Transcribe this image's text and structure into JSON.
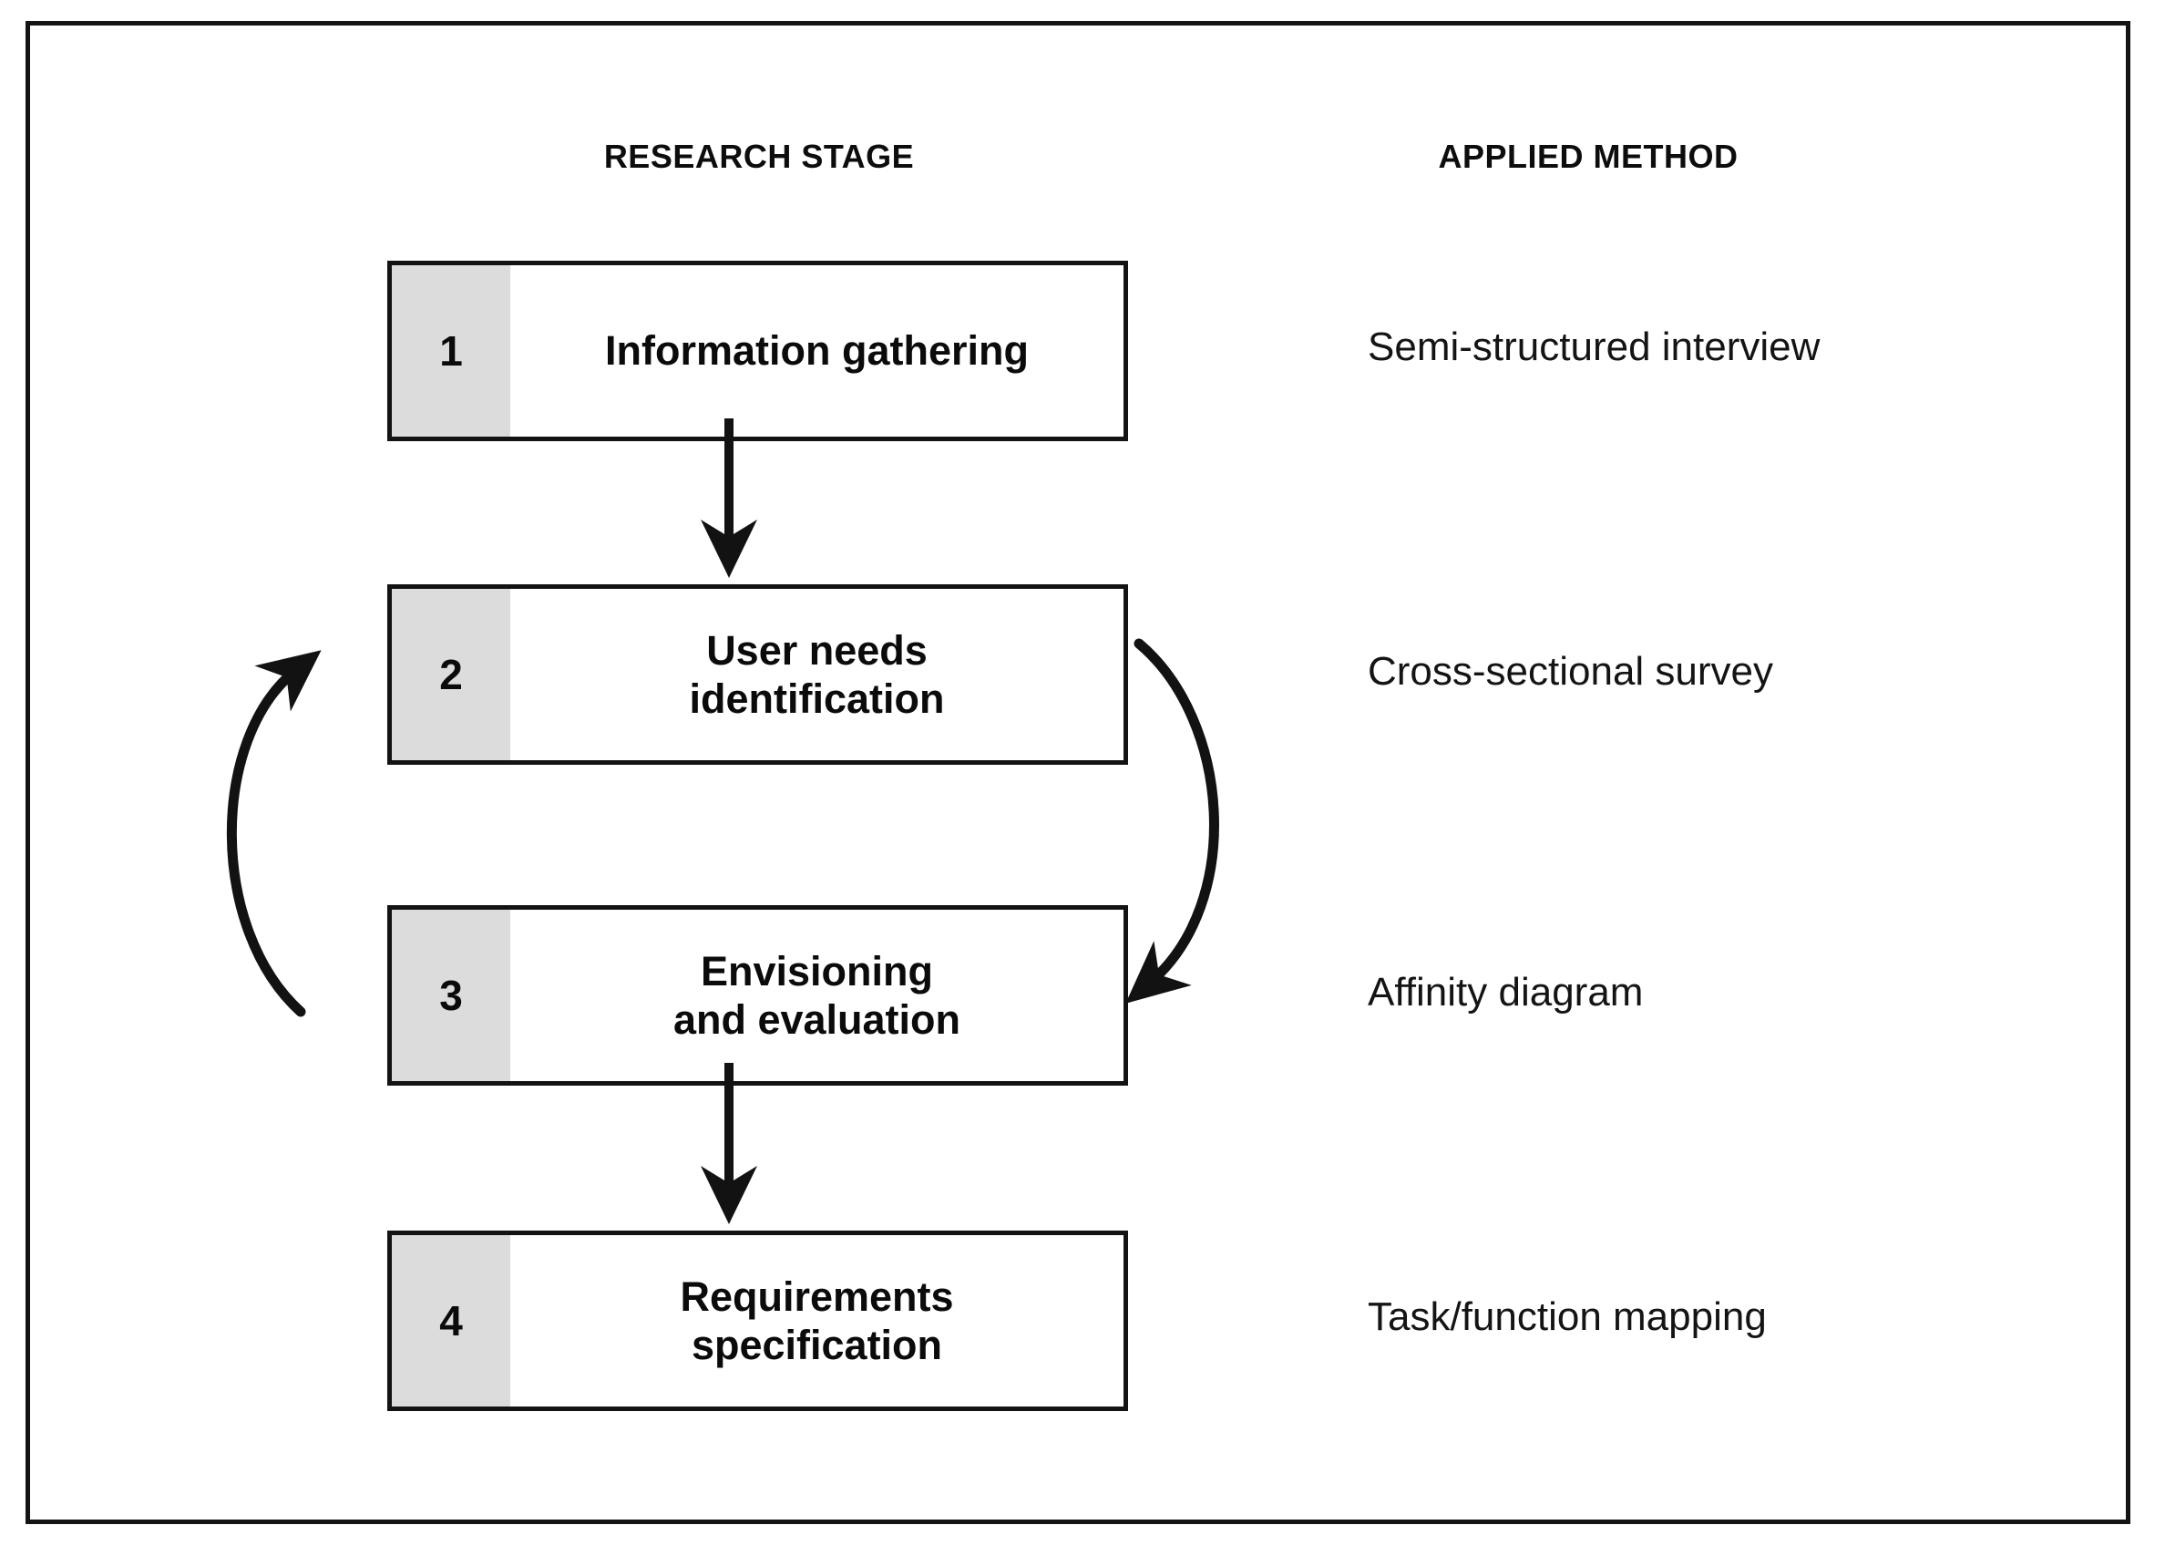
{
  "figure": {
    "type": "flow-diagram",
    "columns": [
      {
        "id": "research-stage",
        "header": "RESEARCH STAGE"
      },
      {
        "id": "applied-method",
        "header": "APPLIED METHOD"
      }
    ],
    "colors": {
      "border": "#131313",
      "number_panel": "#dcdcdc",
      "box_fill": "#ffffff",
      "text": "#0b0b0b",
      "page_background": "#ffffff"
    },
    "stages": [
      {
        "number": "1",
        "label": "Information gathering",
        "method": "Semi-structured interview"
      },
      {
        "number": "2",
        "label": "User needs\nidentification",
        "method": "Cross-sectional survey"
      },
      {
        "number": "3",
        "label": "Envisioning\nand evaluation",
        "method": "Affinity diagram"
      },
      {
        "number": "4",
        "label": "Requirements\nspecification",
        "method": "Task/function mapping"
      }
    ],
    "connectors": [
      {
        "id": "arrow-1-to-2",
        "kind": "straight-down",
        "from": "stage-1",
        "to": "stage-2"
      },
      {
        "id": "arrow-2-to-3",
        "kind": "curved-right-down",
        "from": "stage-2",
        "to": "stage-3"
      },
      {
        "id": "arrow-3-to-2",
        "kind": "curved-left-up",
        "from": "stage-3",
        "to": "stage-2"
      },
      {
        "id": "arrow-3-to-4",
        "kind": "straight-down",
        "from": "stage-3",
        "to": "stage-4"
      }
    ]
  }
}
